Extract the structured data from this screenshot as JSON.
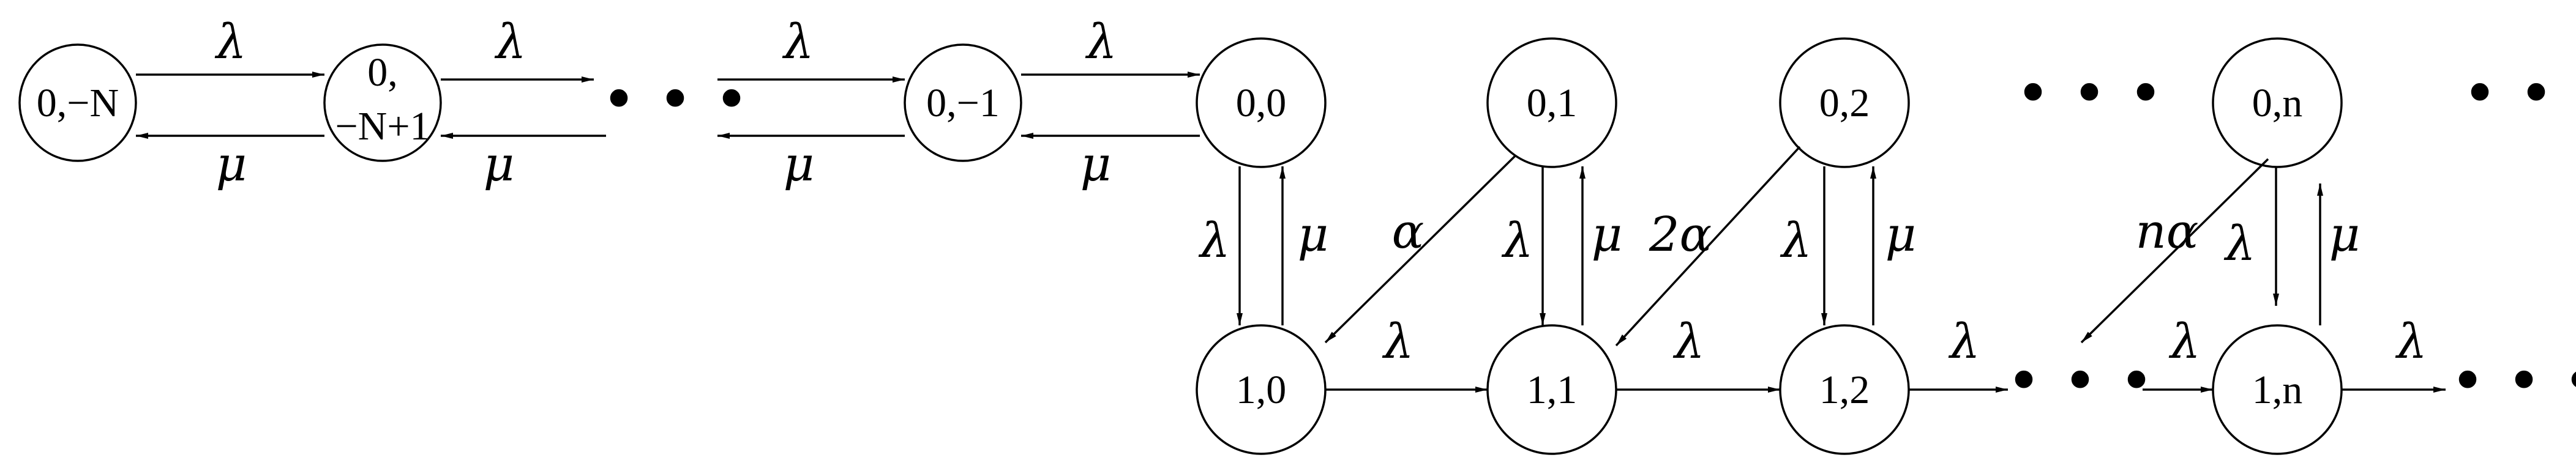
{
  "nodes": {
    "n_0_mN": "0,−N",
    "n_0_mN1_top": "0,",
    "n_0_mN1_bottom": "−N+1",
    "n_0_m1": "0,−1",
    "n_0_0": "0,0",
    "n_0_1": "0,1",
    "n_0_2": "0,2",
    "n_0_n": "0,n",
    "n_1_0": "1,0",
    "n_1_1": "1,1",
    "n_1_2": "1,2",
    "n_1_n": "1,n"
  },
  "rates": {
    "lambda": "λ",
    "mu": "μ",
    "alpha": "α",
    "two_alpha": "2α",
    "n_alpha": "nα"
  },
  "ellipsis": "• • •"
}
